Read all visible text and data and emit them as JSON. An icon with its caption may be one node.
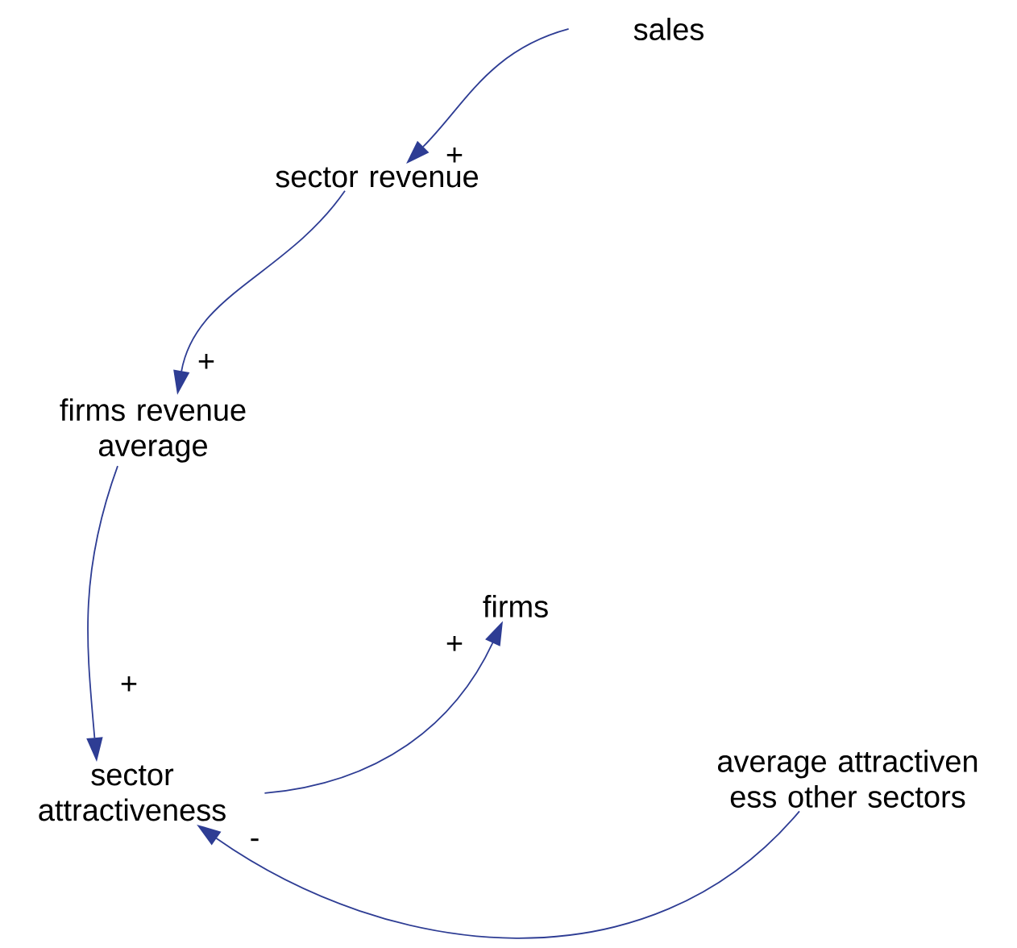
{
  "diagram": {
    "nodes": [
      {
        "text": [
          "sales"
        ]
      },
      {
        "text": [
          "sector revenue"
        ]
      },
      {
        "text": [
          "firms revenue average"
        ]
      },
      {
        "text": [
          "firms"
        ]
      },
      {
        "text": [
          "sector attractiveness"
        ]
      },
      {
        "text": [
          "average attractiven ess other sectors"
        ]
      }
    ],
    "edges": [
      {
        "from": 0,
        "to": 1,
        "arrow": "to",
        "label": "+"
      },
      {
        "from": 1,
        "to": 2,
        "arrow": "to",
        "label": "+"
      },
      {
        "from": 2,
        "to": 4,
        "arrow": "to",
        "label": "+"
      },
      {
        "from": 4,
        "to": 3,
        "arrow": "to",
        "label": "+"
      },
      {
        "from": 5,
        "to": 4,
        "arrow": "to",
        "label": "-"
      }
    ]
  }
}
